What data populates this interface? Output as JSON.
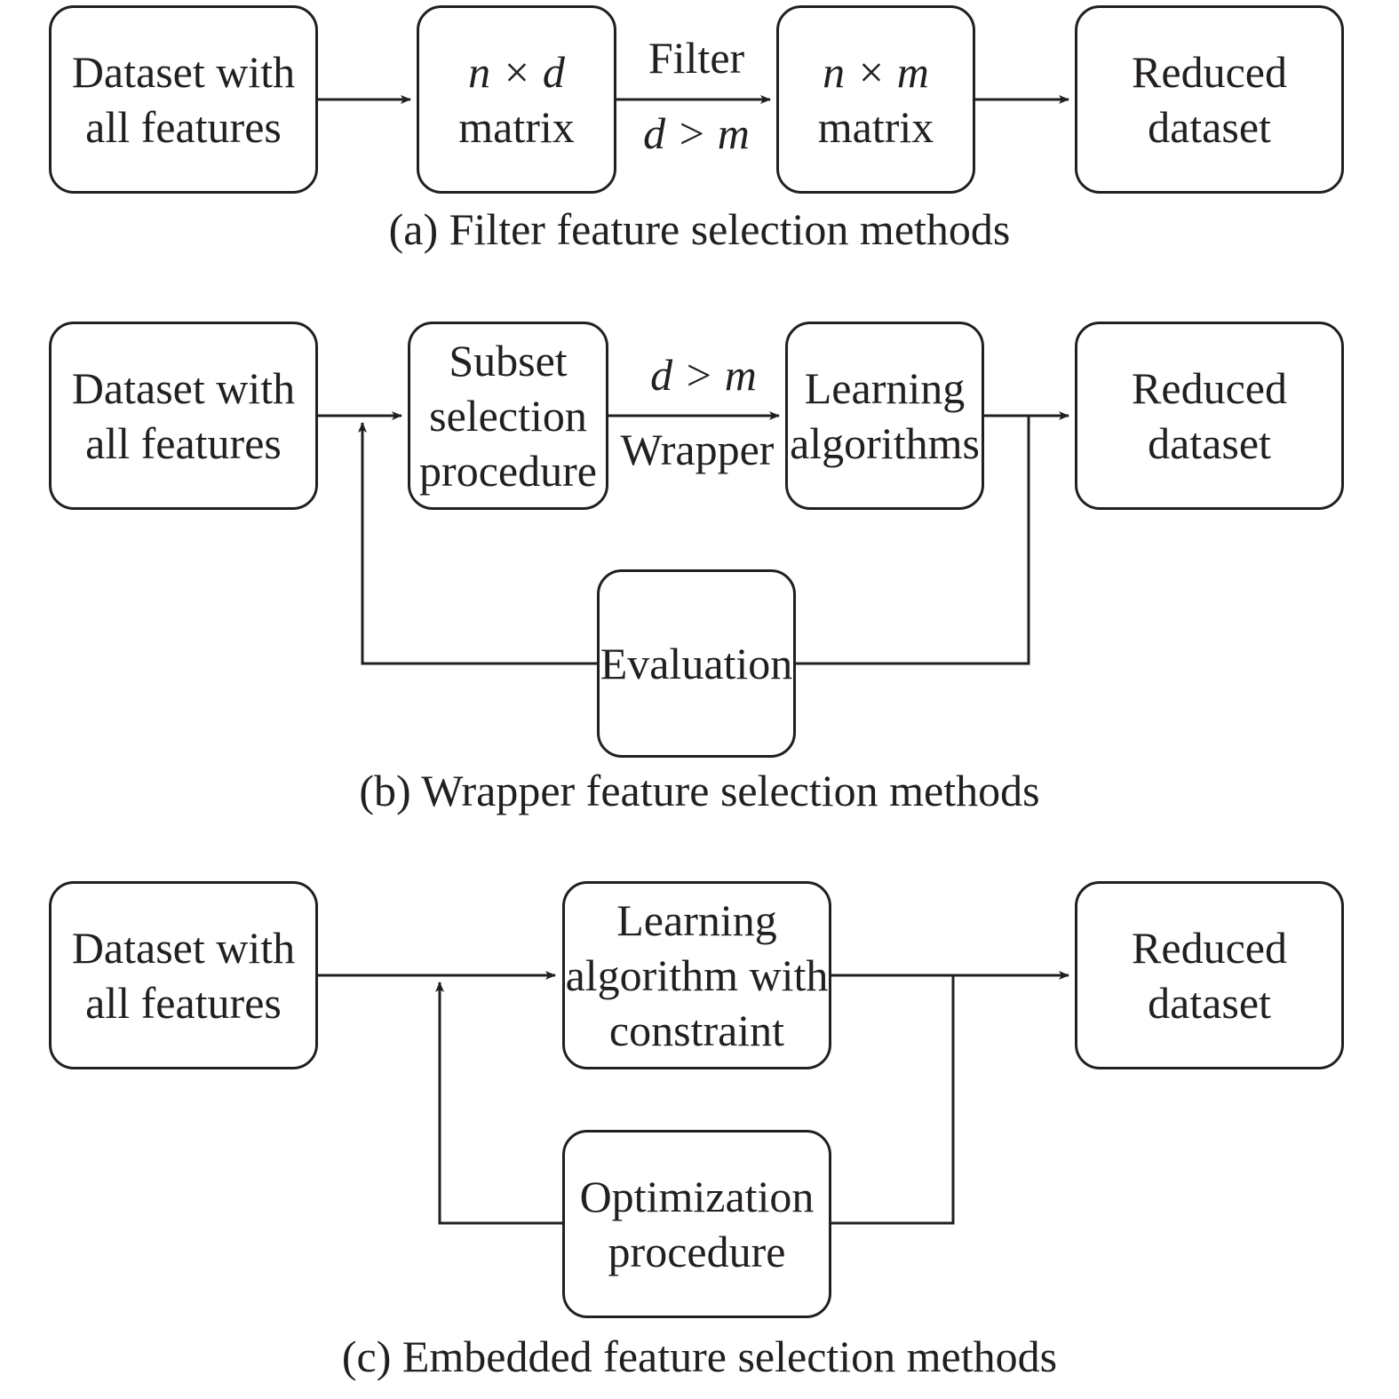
{
  "colors": {
    "ink": "#231f20",
    "background": "#ffffff"
  },
  "filter": {
    "input_box": {
      "line1": "Dataset with",
      "line2": "all features"
    },
    "matrix_nd": {
      "line1": "n × d",
      "line2": "matrix"
    },
    "arrow_label_top": "Filter",
    "arrow_label_bottom": "d > m",
    "matrix_nm": {
      "line1": "n × m",
      "line2": "matrix"
    },
    "output_box": {
      "line1": "Reduced",
      "line2": "dataset"
    },
    "caption": "(a) Filter feature selection methods"
  },
  "wrapper": {
    "input_box": {
      "line1": "Dataset with",
      "line2": "all features"
    },
    "subset_box": {
      "line1": "Subset",
      "line2": "selection",
      "line3": "procedure"
    },
    "arrow_label_top": "d > m",
    "arrow_label_bottom": "Wrapper",
    "learning_box": {
      "line1": "Learning",
      "line2": "algorithms"
    },
    "output_box": {
      "line1": "Reduced",
      "line2": "dataset"
    },
    "evaluation_box": {
      "line1": "Evaluation"
    },
    "caption": "(b) Wrapper feature selection methods"
  },
  "embedded": {
    "input_box": {
      "line1": "Dataset with",
      "line2": "all features"
    },
    "learning_box": {
      "line1": "Learning",
      "line2": "algorithm with",
      "line3": "constraint"
    },
    "output_box": {
      "line1": "Reduced",
      "line2": "dataset"
    },
    "optimization_box": {
      "line1": "Optimization",
      "line2": "procedure"
    },
    "caption": "(c) Embedded feature selection methods"
  }
}
